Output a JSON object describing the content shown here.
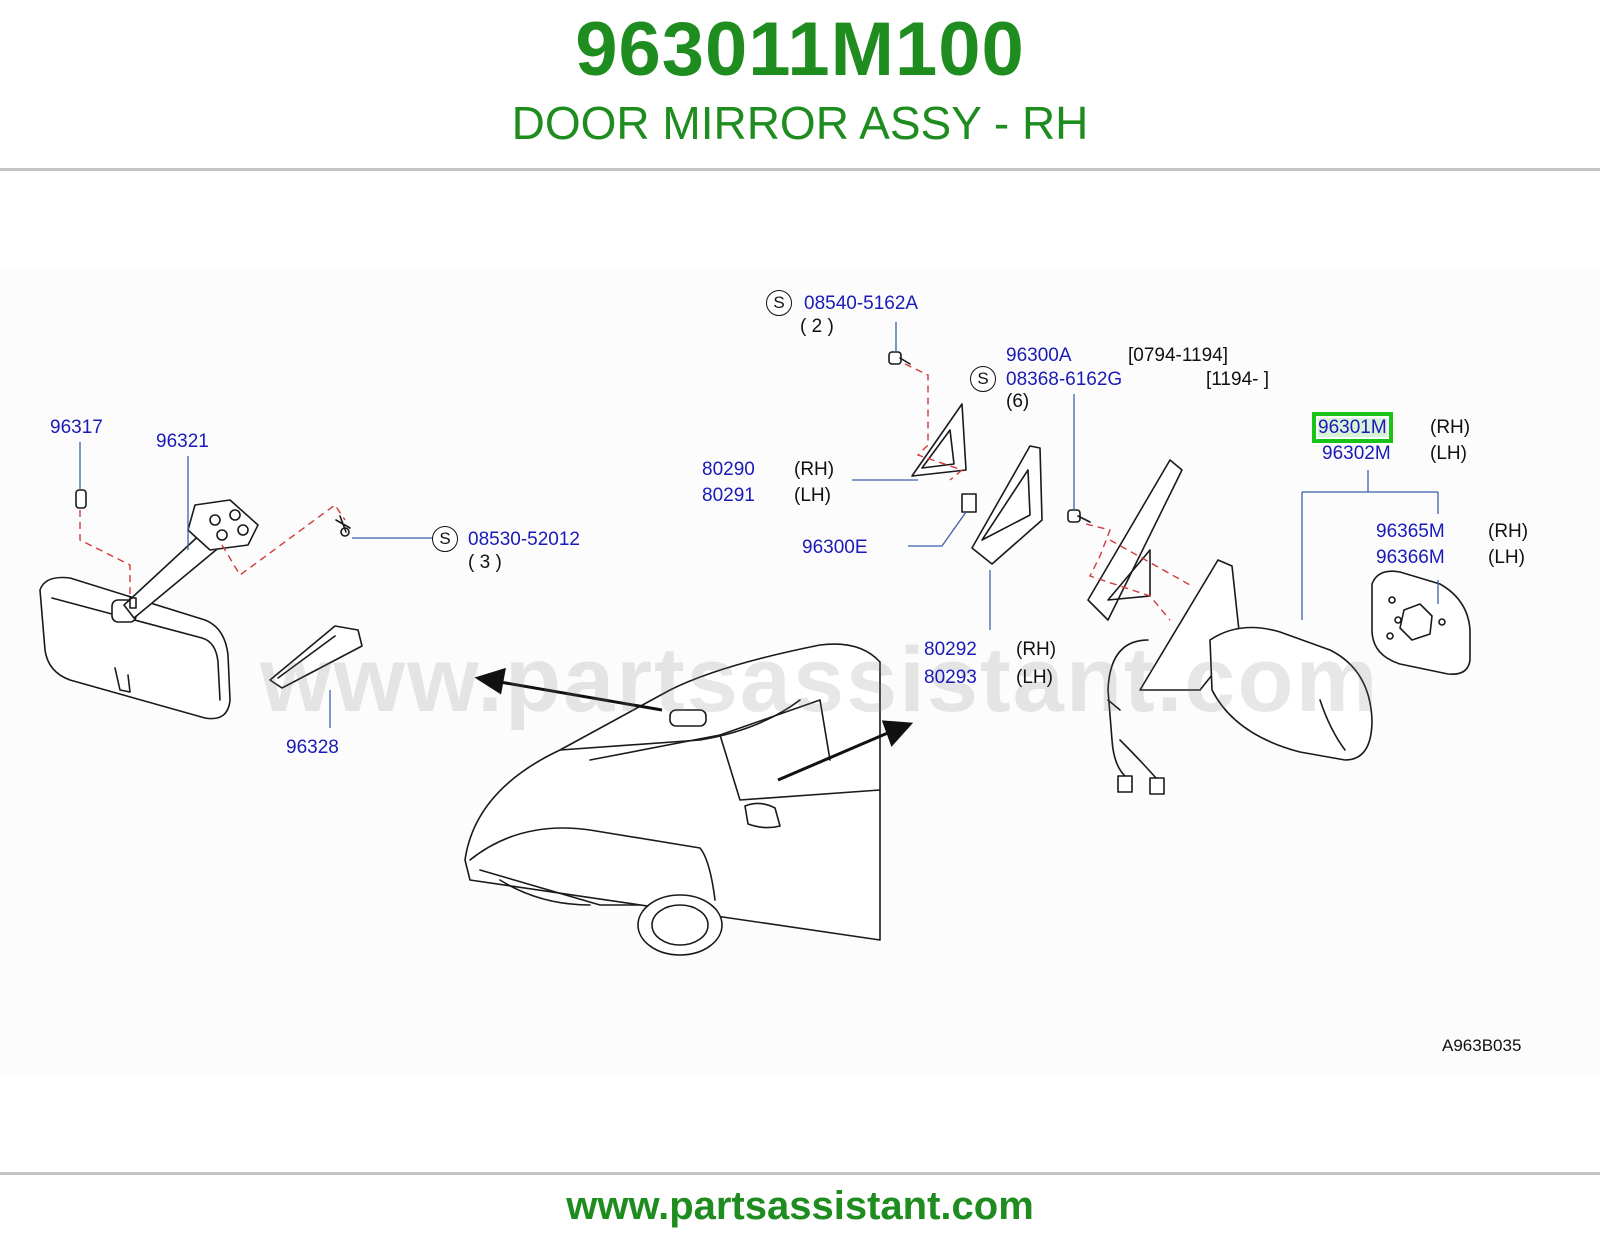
{
  "header": {
    "part_number": "963011M100",
    "description": "DOOR MIRROR ASSY - RH"
  },
  "watermark": "www.partsassistant.com",
  "footer": {
    "url": "www.partsassistant.com"
  },
  "diagram": {
    "drawing_code": "A963B035",
    "symbol": "S",
    "highlight_color": "#17c417",
    "callouts": {
      "c96317": "96317",
      "c96321": "96321",
      "c08530": "08530-52012",
      "c08530_qty": "(  3  )",
      "c96328": "96328",
      "c08540": "08540-5162A",
      "c08540_qty": "(  2  )",
      "c96300A": "96300A",
      "c96300A_range": "[0794-1194]",
      "c08368": "08368-6162G",
      "c08368_range": "[1194-                    ]",
      "c08368_qty": "(6)",
      "c80290": "80290",
      "c80290_side": "(RH)",
      "c80291": "80291",
      "c80291_side": "(LH)",
      "c96300E": "96300E",
      "c80292": "80292",
      "c80292_side": "(RH)",
      "c80293": "80293",
      "c80293_side": "(LH)",
      "c96301M": "96301M",
      "c96301M_side": "(RH)",
      "c96302M": "96302M",
      "c96302M_side": "(LH)",
      "c96365M": "96365M",
      "c96365M_side": "(RH)",
      "c96366M": "96366M",
      "c96366M_side": "(LH)"
    }
  }
}
